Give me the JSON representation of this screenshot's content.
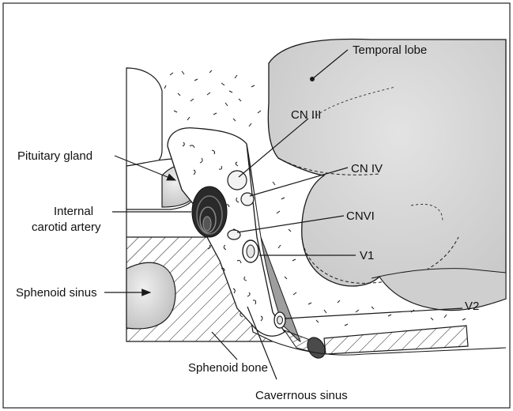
{
  "diagram": {
    "labels": {
      "temporal_lobe": "Temporal lobe",
      "cn_iii": "CN III",
      "cn_iv": "CN IV",
      "cnvi": "CNVI",
      "v1": "V1",
      "v2": "V2",
      "pituitary_gland": "Pituitary gland",
      "internal_carotid_line1": "Internal",
      "internal_carotid_line2": "carotid artery",
      "sphenoid_sinus": "Sphenoid sinus",
      "sphenoid_bone": "Sphenoid bone",
      "cavernous_sinus": "Caverrnous sinus"
    },
    "colors": {
      "brain_gray": "#d2d2d2",
      "sinus_gray": "#bdbdbd",
      "artery_dark": "#2a2a2a",
      "line": "#1a1a1a"
    }
  }
}
